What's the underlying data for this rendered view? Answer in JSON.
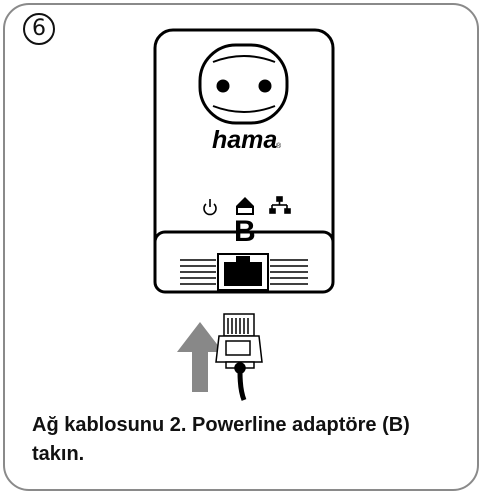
{
  "step": {
    "number": "6"
  },
  "device": {
    "brand": "hama",
    "brand_suffix": "®",
    "port_label": "B"
  },
  "icons": [
    "power-icon",
    "home-icon",
    "network-icon",
    "arrow-up-icon",
    "ethernet-plug-icon",
    "socket-icon"
  ],
  "caption": {
    "line1": "Ağ kablosunu 2. Powerline adaptöre (B)",
    "line2": "takın."
  },
  "colors": {
    "border": "#8a8a8a",
    "arrow": "#888888",
    "ink": "#000000"
  }
}
